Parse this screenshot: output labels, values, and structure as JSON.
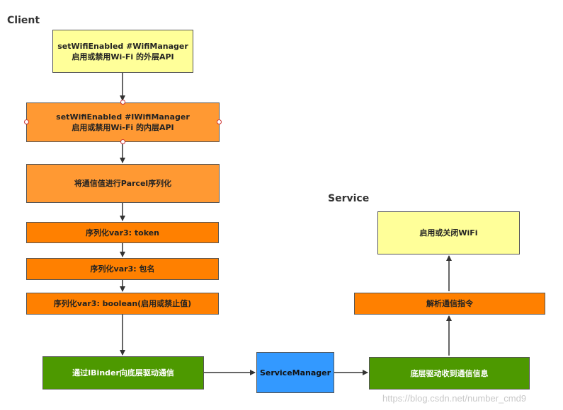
{
  "client_title": "Client",
  "service_title": "Service",
  "boxes": {
    "wifimanager": {
      "line1": "setWifiEnabled #WifiManager",
      "line2": "启用或禁用Wi-Fi 的外层API"
    },
    "iwifimanager": {
      "line1": "setWifiEnabled   #IWifiManager",
      "line2": "启用或禁用Wi-Fi 的内层API"
    },
    "parcel": "将通信值进行Parcel序列化",
    "token": "序列化var3: token",
    "package": "序列化var3: 包名",
    "boolean": "序列化var3: boolean(启用或禁止值)",
    "ibinder": "通过IBinder向底层驱动通信",
    "service_manager": "ServiceManager",
    "driver_receive": "底层驱动收到通信信息",
    "parse": "解析通信指令",
    "toggle_wifi": "启用或关闭WiFi"
  },
  "watermark": "https://blog.csdn.net/number_cmd9"
}
